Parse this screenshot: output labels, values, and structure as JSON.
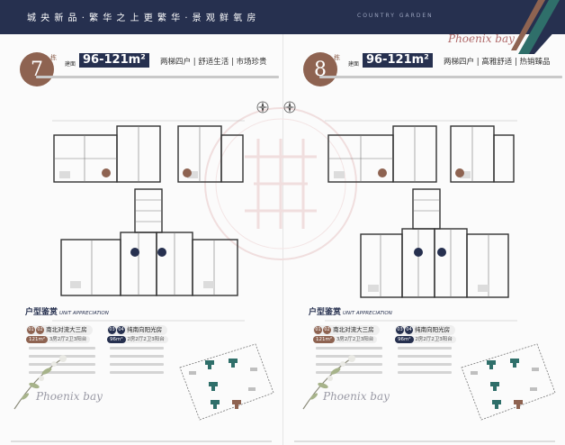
{
  "header": {
    "slogan": "城 央 新 品 · 繁 华 之 上 更 繁 华 · 景 观 鲜 氧 房",
    "country": "COUNTRY GARDEN",
    "brand": "Phoenix bay"
  },
  "buildings": [
    {
      "number": "7",
      "suffix": "栋",
      "area_label": "建面",
      "area": "96-121m²",
      "tagline": "两梯四户 | 舒适生活 | 市场珍贵",
      "appreciation_title": "户型鉴赏",
      "appreciation_en": "UNIT APPRECIATION",
      "type_a": {
        "codes": [
          "01",
          "02"
        ],
        "label": "南北对流大三房",
        "spec_area": "121m²",
        "spec_rooms": "3房2厅2卫3阳台"
      },
      "type_b": {
        "codes": [
          "03",
          "04"
        ],
        "label": "纯南向阳光房",
        "spec_area": "96m²",
        "spec_rooms": "2房2厅2卫3阳台"
      },
      "brand": "Phoenix bay"
    },
    {
      "number": "8",
      "suffix": "栋",
      "area_label": "建面",
      "area": "96-121m²",
      "tagline": "两梯四户 | 高雅舒适 | 热销臻品",
      "appreciation_title": "户型鉴赏",
      "appreciation_en": "UNIT APPRECIATION",
      "type_a": {
        "codes": [
          "01",
          "02"
        ],
        "label": "南北对流大三房",
        "spec_area": "121m²",
        "spec_rooms": "3房2厅2卫3阳台"
      },
      "type_b": {
        "codes": [
          "03",
          "04"
        ],
        "label": "纯南向阳光房",
        "spec_area": "96m²",
        "spec_rooms": "2房2厅2卫3阳台"
      },
      "brand": "Phoenix bay"
    }
  ],
  "colors": {
    "navy": "#26304f",
    "brown": "#8e6351",
    "teal": "#2f6f6a"
  },
  "icons": [
    "compass-icon",
    "flower-branch-icon",
    "ribbon-logo-icon",
    "seal-watermark-icon"
  ]
}
